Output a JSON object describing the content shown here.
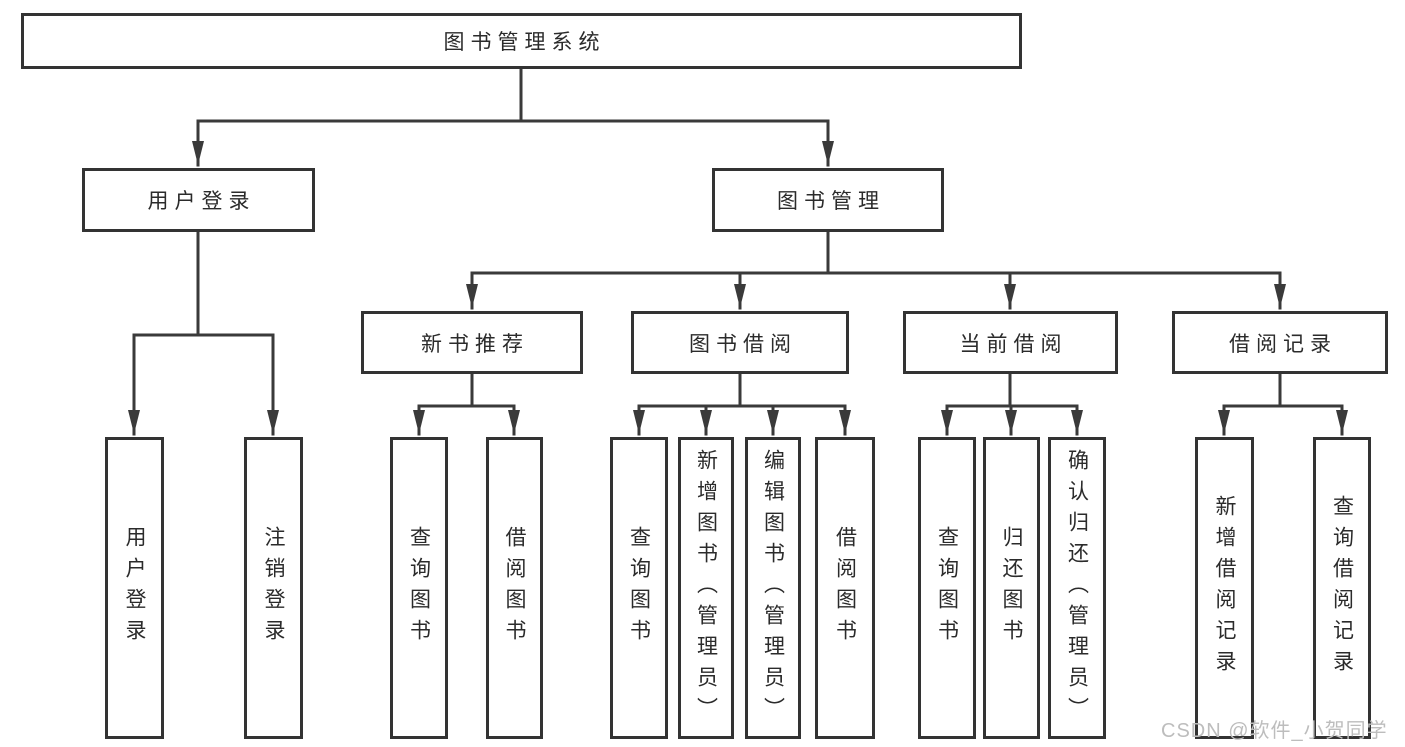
{
  "colors": {
    "background": "#ffffff",
    "line": "#3a3a3a",
    "box_border": "#333333",
    "box_fill": "#ffffff",
    "text": "#2b2b2b",
    "watermark": "#bdbdbd"
  },
  "diagram": {
    "root": {
      "label": "图书管理系统",
      "children": [
        {
          "label": "用户登录",
          "children": [
            {
              "label": "用户登录"
            },
            {
              "label": "注销登录"
            }
          ]
        },
        {
          "label": "图书管理",
          "children": [
            {
              "label": "新书推荐",
              "children": [
                {
                  "label": "查询图书"
                },
                {
                  "label": "借阅图书"
                }
              ]
            },
            {
              "label": "图书借阅",
              "children": [
                {
                  "label": "查询图书"
                },
                {
                  "label": "新增图书（管理员）"
                },
                {
                  "label": "编辑图书（管理员）"
                },
                {
                  "label": "借阅图书"
                }
              ]
            },
            {
              "label": "当前借阅",
              "children": [
                {
                  "label": "查询图书"
                },
                {
                  "label": "归还图书"
                },
                {
                  "label": "确认归还（管理员）"
                }
              ]
            },
            {
              "label": "借阅记录",
              "children": [
                {
                  "label": "新增借阅记录"
                },
                {
                  "label": "查询借阅记录"
                }
              ]
            }
          ]
        }
      ]
    }
  },
  "watermark": {
    "text": "CSDN @软件_小贺同学"
  }
}
